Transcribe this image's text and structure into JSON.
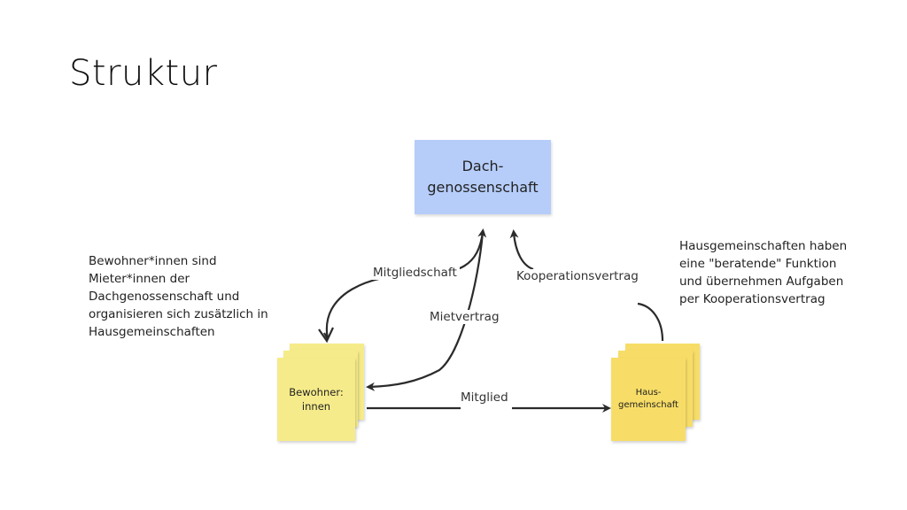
{
  "slide": {
    "title": "Struktur"
  },
  "diagram": {
    "top_box_label": "Dach-\ngenossenschaft",
    "left_node_label": "Bewohner:\ninnen",
    "right_node_label": "Haus-\ngemeinschaft",
    "left_note": "Bewohner*innen sind\nMieter*innen der\nDachgenossenschaft und\norganisieren sich zusätzlich in\nHausgemeinschaften",
    "right_note": "Hausgemeinschaften haben\neine \"beratende\" Funktion\nund übernehmen Aufgaben\nper Kooperationsvertrag",
    "edge_mitgliedschaft": "Mitgliedschaft",
    "edge_mietvertrag": "Mietvertrag",
    "edge_kooperationsvertrag": "Kooperationsvertrag",
    "edge_mitglied": "Mitglied",
    "colors": {
      "top_box": "#b6cdfa",
      "left_sticky": "#f6eb8a",
      "right_sticky": "#f7dd67",
      "arrow": "#2b2b2b"
    }
  }
}
